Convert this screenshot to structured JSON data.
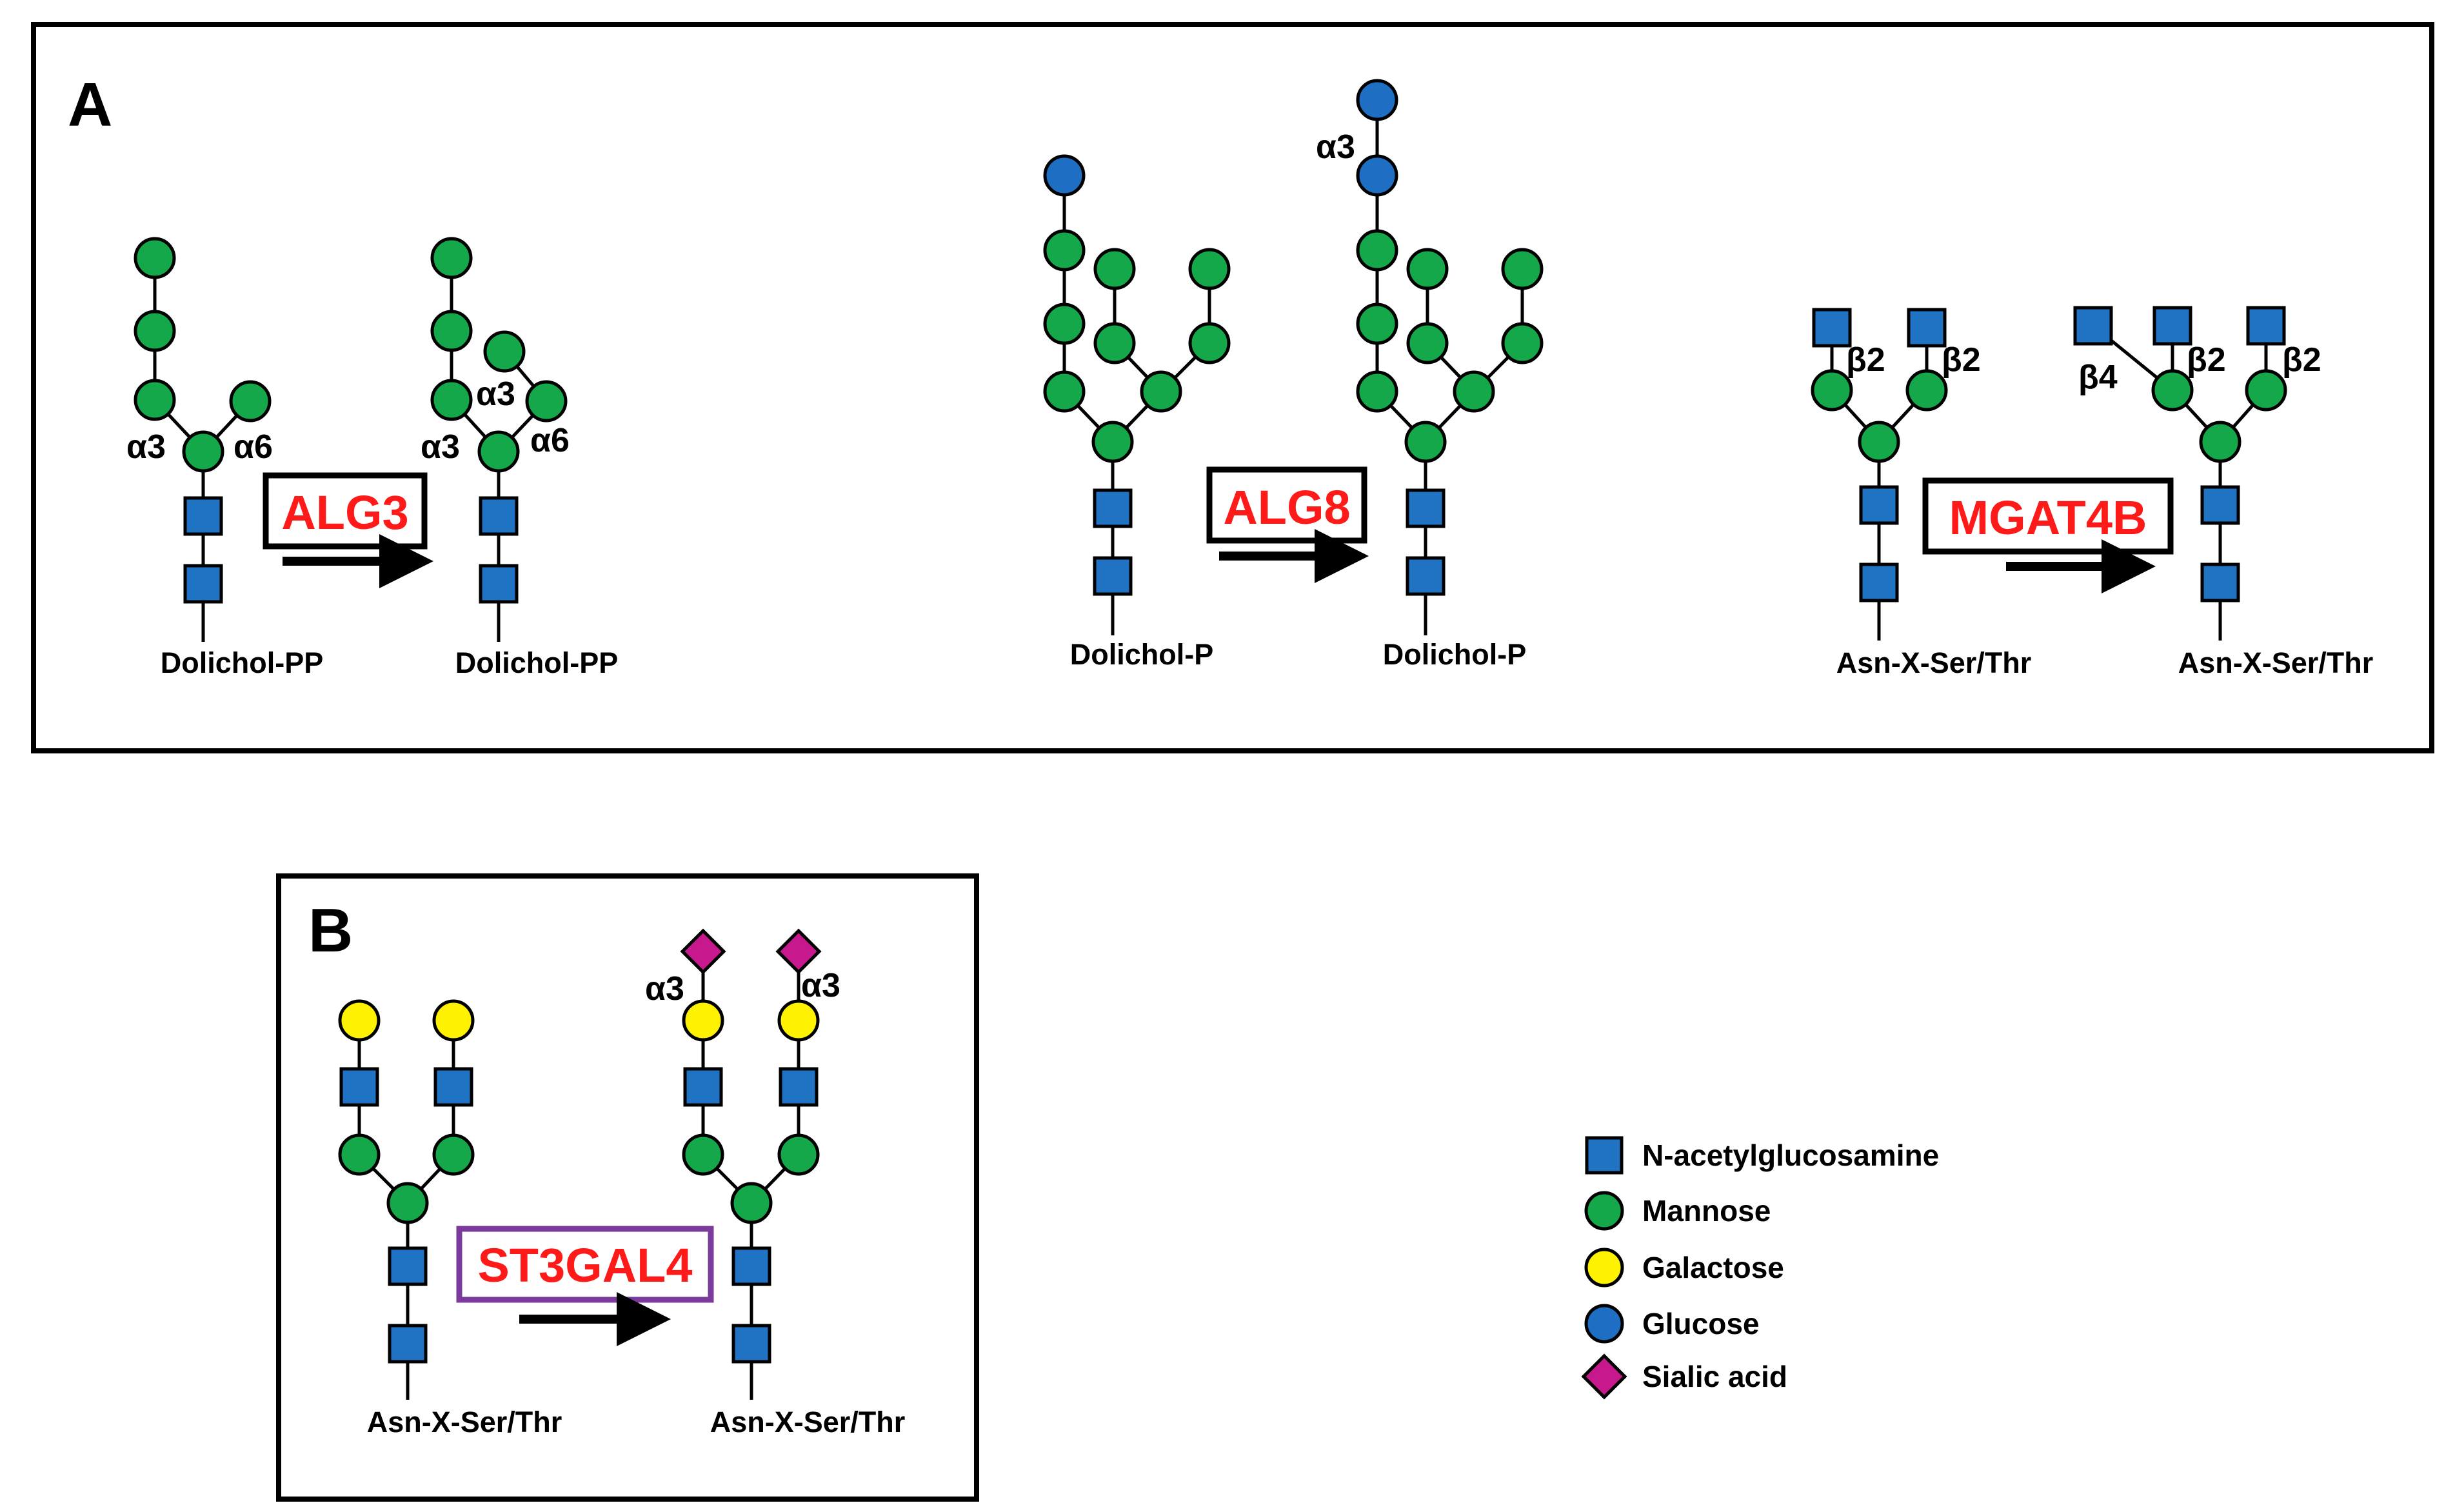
{
  "colors": {
    "glcnac": "#1f73c2",
    "mannose": "#14a84a",
    "galactose": "#fff200",
    "glucose": "#1e6fc4",
    "sialic_acid": "#c8188e",
    "enzyme_text": "#ff1a1a",
    "enzyme_box_purple": "#7a3b9c",
    "stroke": "#000000"
  },
  "panel_a": {
    "letter": "A",
    "reactions": [
      {
        "enzyme": "ALG3",
        "substrate_base": "Dolichol-PP",
        "product_base": "Dolichol-PP",
        "substrate_links": [
          "α3",
          "α6"
        ],
        "product_links": [
          "α3",
          "α3",
          "α6"
        ]
      },
      {
        "enzyme": "ALG8",
        "substrate_base": "Dolichol-P",
        "product_base": "Dolichol-P",
        "product_links": [
          "α3"
        ]
      },
      {
        "enzyme": "MGAT4B",
        "substrate_base": "Asn-X-Ser/Thr",
        "product_base": "Asn-X-Ser/Thr",
        "substrate_links": [
          "β2",
          "β2"
        ],
        "product_links": [
          "β4",
          "β2",
          "β2"
        ]
      }
    ]
  },
  "panel_b": {
    "letter": "B",
    "reaction": {
      "enzyme": "ST3GAL4",
      "substrate_base": "Asn-X-Ser/Thr",
      "product_base": "Asn-X-Ser/Thr",
      "product_links": [
        "α3",
        "α3"
      ]
    }
  },
  "legend": [
    {
      "label": "N-acetylglucosamine",
      "icon": "blue-square-icon"
    },
    {
      "label": "Mannose",
      "icon": "green-circle-icon"
    },
    {
      "label": "Galactose",
      "icon": "yellow-circle-icon"
    },
    {
      "label": "Glucose",
      "icon": "blue-circle-icon"
    },
    {
      "label": "Sialic acid",
      "icon": "magenta-diamond-icon"
    }
  ]
}
